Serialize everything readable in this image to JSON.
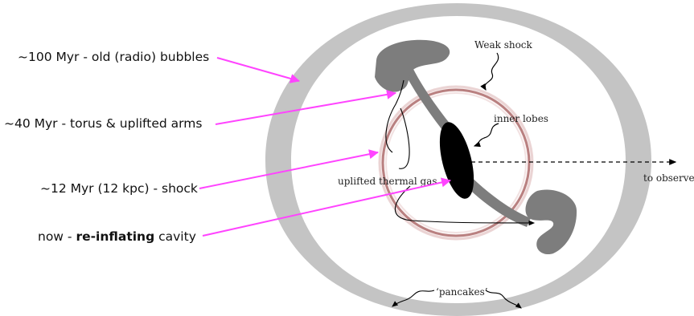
{
  "annotations": {
    "old_bubbles": "~100 Myr - old (radio) bubbles",
    "torus": "~40 Myr - torus & uplifted arms",
    "shock": "~12 Myr (12 kpc) - shock",
    "now_prefix": "now - ",
    "now_bold": "re-inflating",
    "now_suffix": " cavity"
  },
  "labels": {
    "weak_shock": "Weak shock",
    "inner_lobes": "inner lobes",
    "uplifted_gas": "uplifted thermal gas",
    "to_observer": "to observer",
    "pancakes": "‘pancakes’"
  },
  "colors": {
    "arrow": "#ff44ff",
    "outer_ring": "#c2c2c2",
    "shock_ring": "#b87a7a",
    "bubble": "#7d7d7d",
    "inner_lobe": "#000000"
  }
}
